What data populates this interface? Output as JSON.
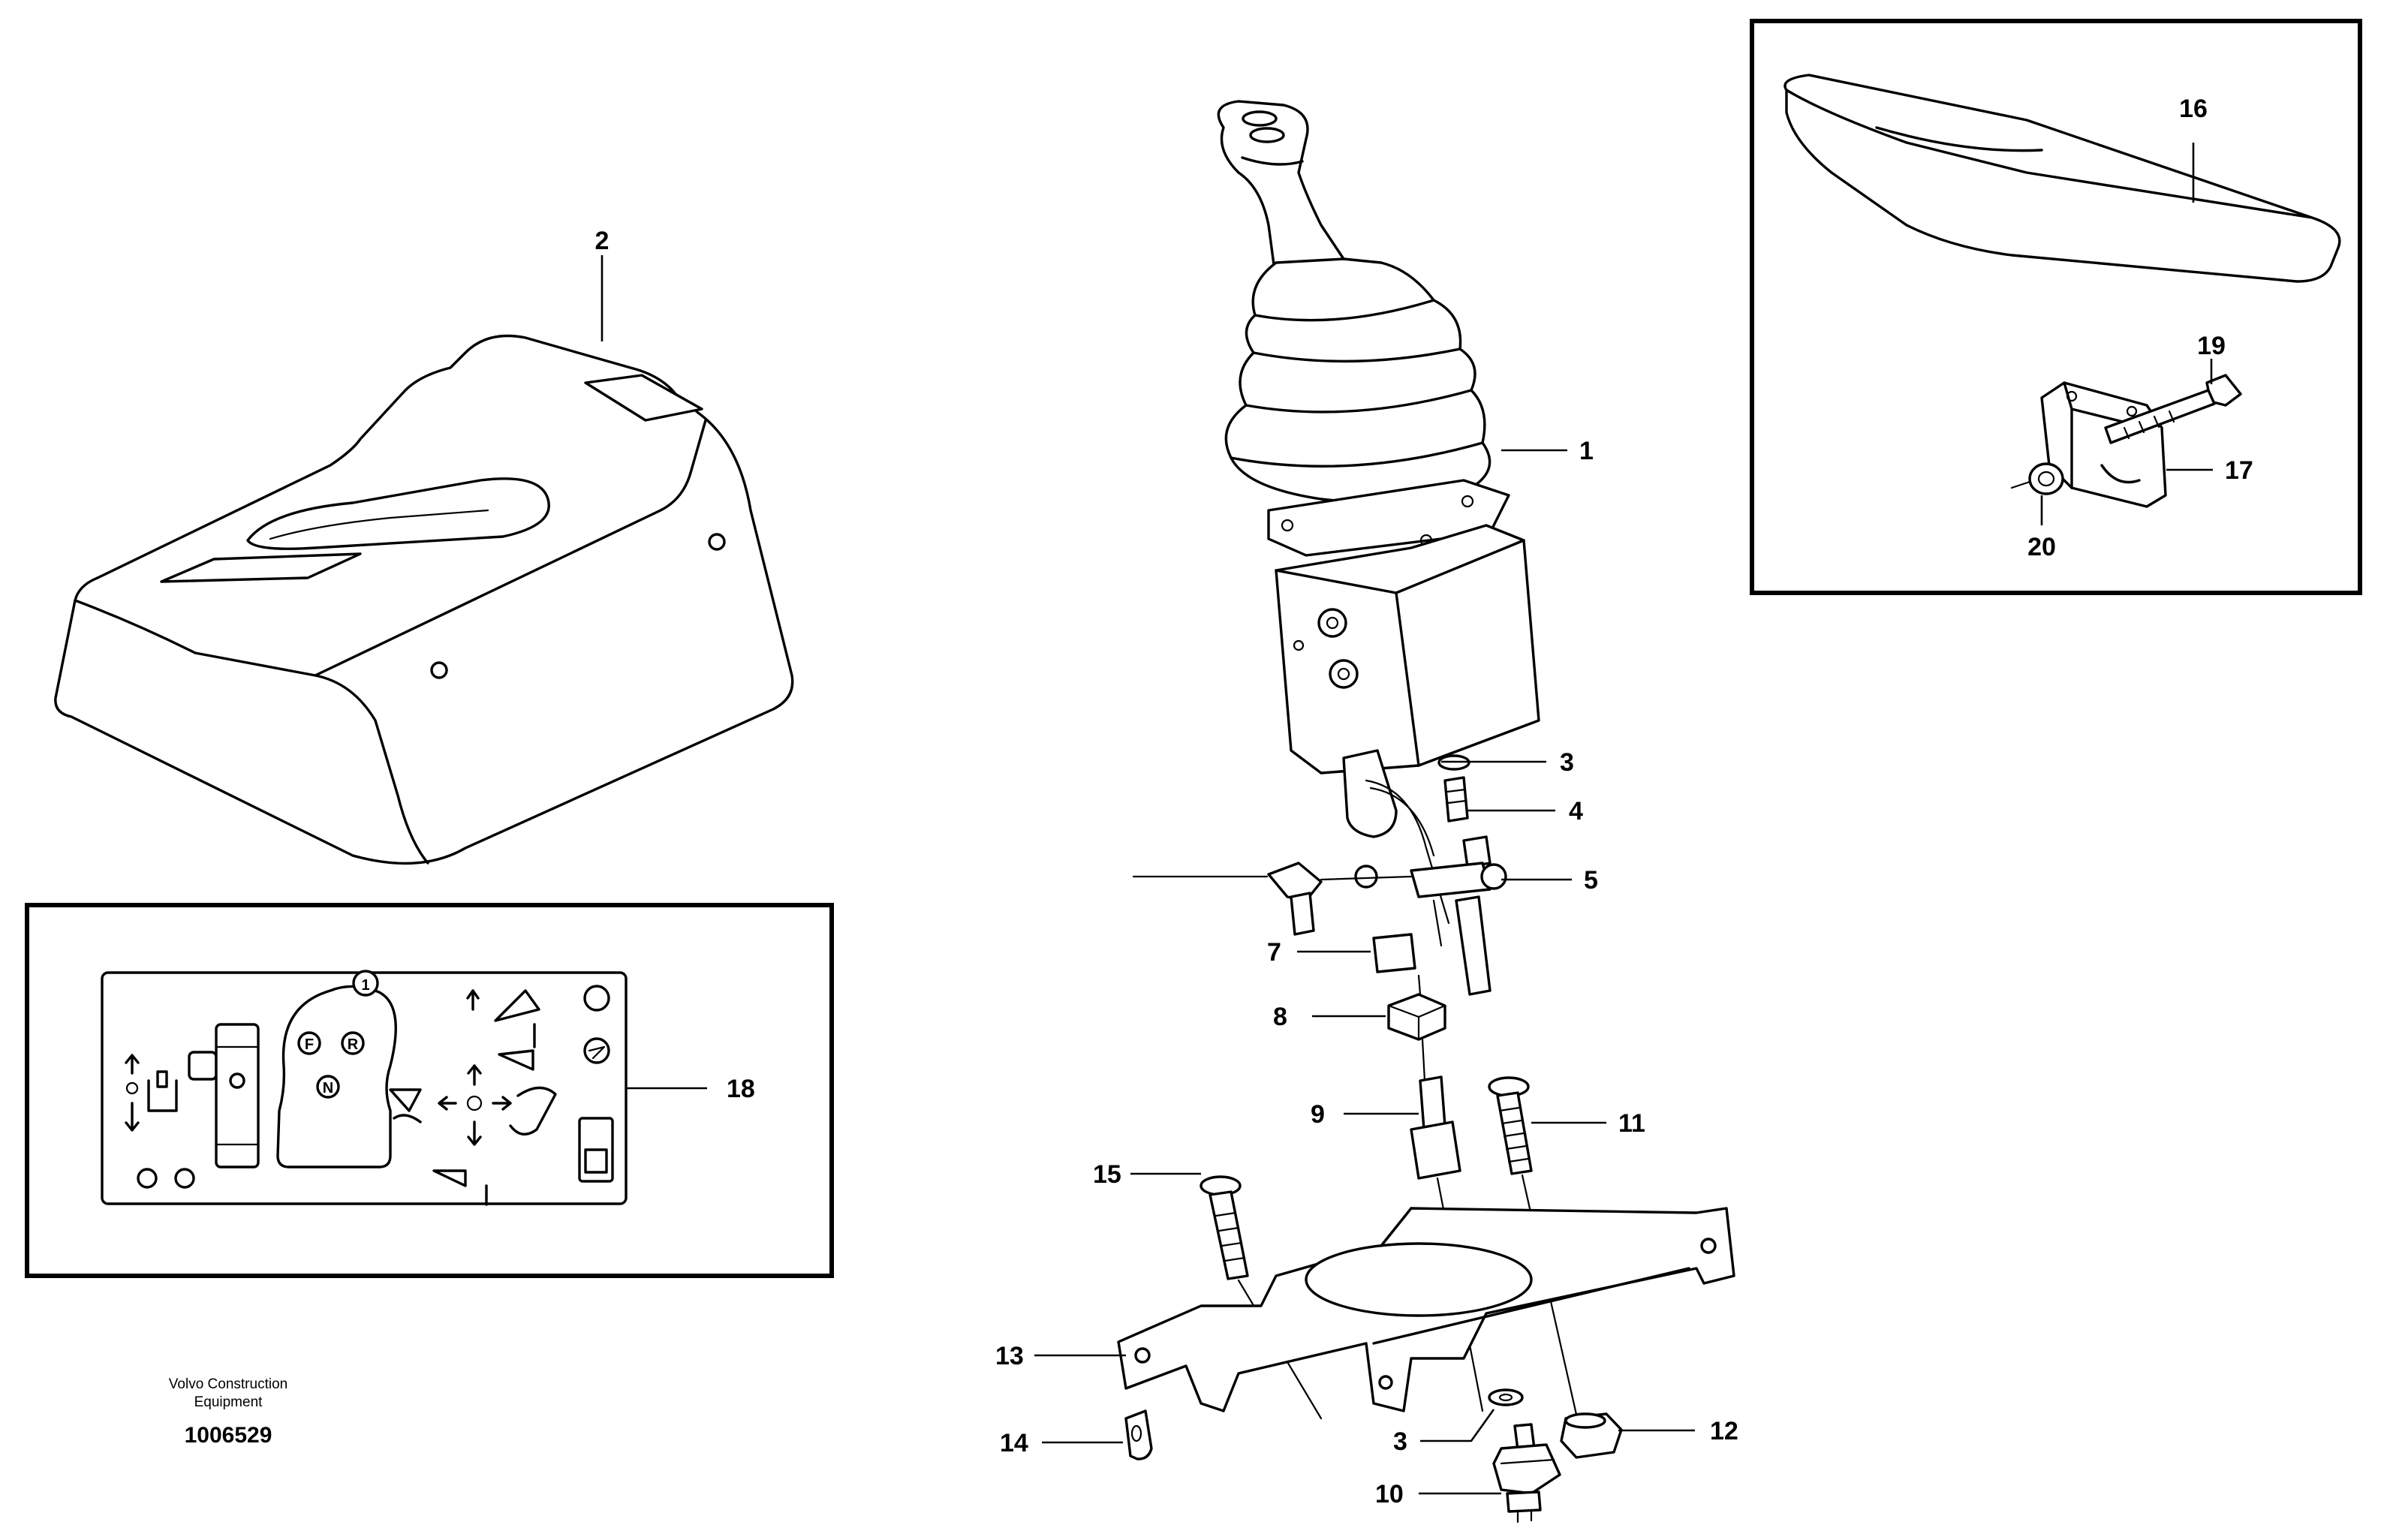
{
  "callouts": {
    "c1": "1",
    "c2": "2",
    "c3a": "3",
    "c3b": "3",
    "c4": "4",
    "c5": "5",
    "c7": "7",
    "c8": "8",
    "c9": "9",
    "c10": "10",
    "c11": "11",
    "c12": "12",
    "c13": "13",
    "c14": "14",
    "c15": "15",
    "c16": "16",
    "c17": "17",
    "c18": "18",
    "c19": "19",
    "c20": "20"
  },
  "decal": {
    "gear_f": "F",
    "gear_r": "R",
    "gear_n": "N",
    "badge": "1"
  },
  "footer": {
    "credit_line1": "Volvo Construction",
    "credit_line2": "Equipment",
    "doc_number": "1006529"
  }
}
